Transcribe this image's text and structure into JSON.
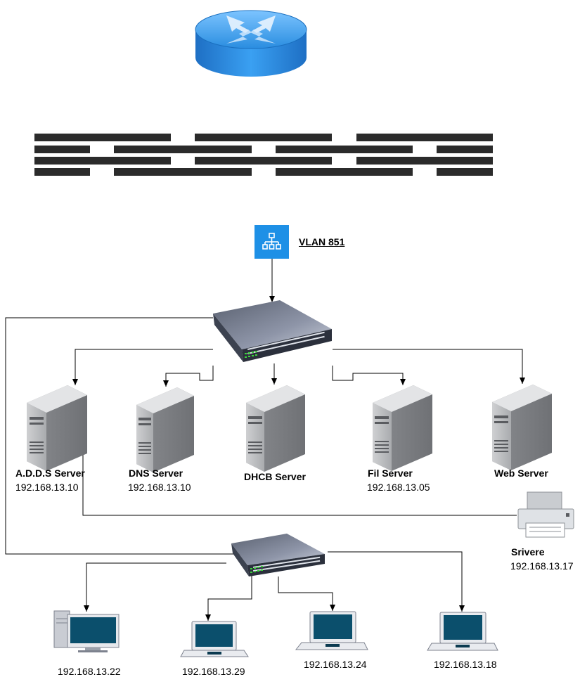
{
  "vlan": {
    "label": "VLAN 851",
    "accent": "#1E90E6"
  },
  "servers": [
    {
      "name": "A.D.D.S Server",
      "ip": "192.168.13.10"
    },
    {
      "name": "DNS Server",
      "ip": "192.168.13.10"
    },
    {
      "name": "DHCB Server",
      "ip": ""
    },
    {
      "name": "Fil Server",
      "ip": "192.168.13.05"
    },
    {
      "name": "Web Server",
      "ip": ""
    }
  ],
  "printer": {
    "name": "Srivere",
    "ip": "192.168.13.17"
  },
  "clients": [
    {
      "type": "desktop",
      "ip": "192.168.13.22"
    },
    {
      "type": "laptop",
      "ip": "192.168.13.29"
    },
    {
      "type": "laptop",
      "ip": "192.168.13.24"
    },
    {
      "type": "laptop",
      "ip": "192.168.13.18"
    }
  ],
  "icons": {
    "router": "router-icon",
    "firewall": "firewall-icon",
    "vlan": "network-icon",
    "switch": "switch-icon",
    "server": "server-icon",
    "printer": "printer-icon",
    "desktop": "desktop-icon",
    "laptop": "laptop-icon"
  }
}
